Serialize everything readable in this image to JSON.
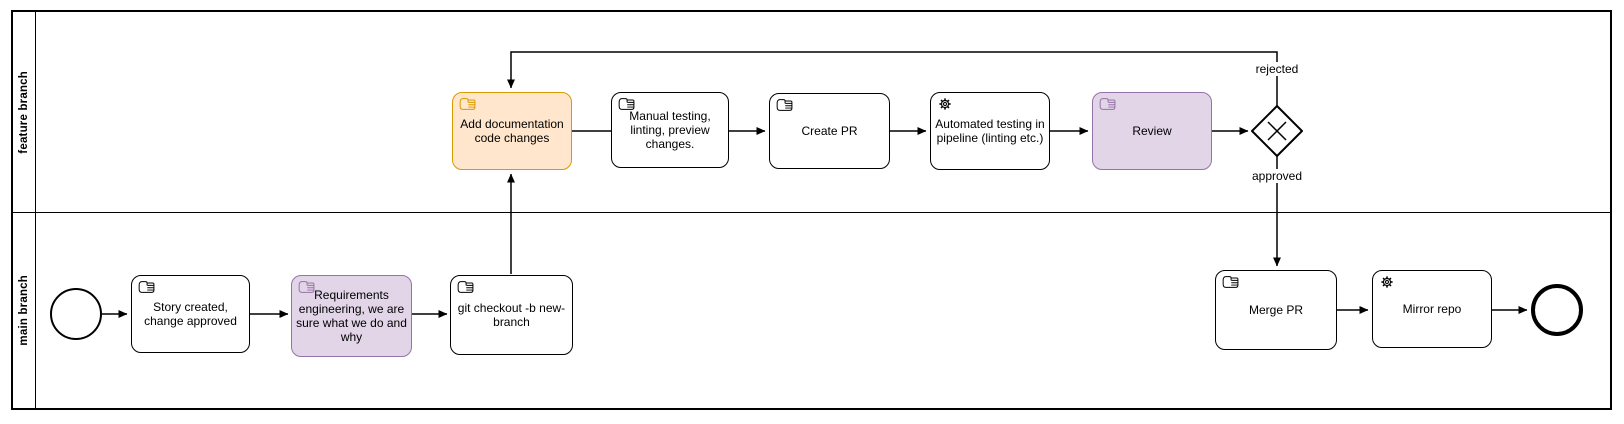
{
  "diagram_type": "BPMN flowchart",
  "pool": {
    "lanes": [
      {
        "label": "feature branch"
      },
      {
        "label": "main branch"
      }
    ]
  },
  "nodes": {
    "start_event": {
      "type": "start-event"
    },
    "story": {
      "label": "Story created, change approved",
      "icon": "manual-task-icon",
      "color": "white"
    },
    "requirements": {
      "label": "Requirements engineering, we are sure what we do and why",
      "icon": "manual-task-icon",
      "color": "purple"
    },
    "git_checkout": {
      "label": "git checkout -b new-branch",
      "icon": "manual-task-icon",
      "color": "white"
    },
    "add_documentation": {
      "label": "Add documentation code changes",
      "icon": "manual-task-icon",
      "color": "orange"
    },
    "manual_testing": {
      "label": "Manual testing, linting, preview changes.",
      "icon": "manual-task-icon",
      "color": "white"
    },
    "create_pr": {
      "label": "Create PR",
      "icon": "manual-task-icon",
      "color": "white"
    },
    "automated_testing": {
      "label": "Automated testing in pipeline (linting etc.)",
      "icon": "service-task-icon",
      "color": "white"
    },
    "review": {
      "label": "Review",
      "icon": "manual-task-icon",
      "color": "purple"
    },
    "gateway": {
      "type": "exclusive-gateway-x"
    },
    "merge_pr": {
      "label": "Merge PR",
      "icon": "manual-task-icon",
      "color": "white"
    },
    "mirror_repo": {
      "label": "Mirror repo",
      "icon": "service-task-icon",
      "color": "white"
    },
    "end_event": {
      "type": "end-event"
    }
  },
  "edge_labels": {
    "rejected": "rejected",
    "approved": "approved"
  },
  "colors": {
    "task_orange_fill": "#ffe6cc",
    "task_orange_stroke": "#d79b00",
    "task_purple_fill": "#e1d5e7",
    "task_purple_stroke": "#9673a6",
    "task_default_fill": "#ffffff",
    "task_default_stroke": "#000000",
    "line": "#000000",
    "background": "#ffffff"
  }
}
